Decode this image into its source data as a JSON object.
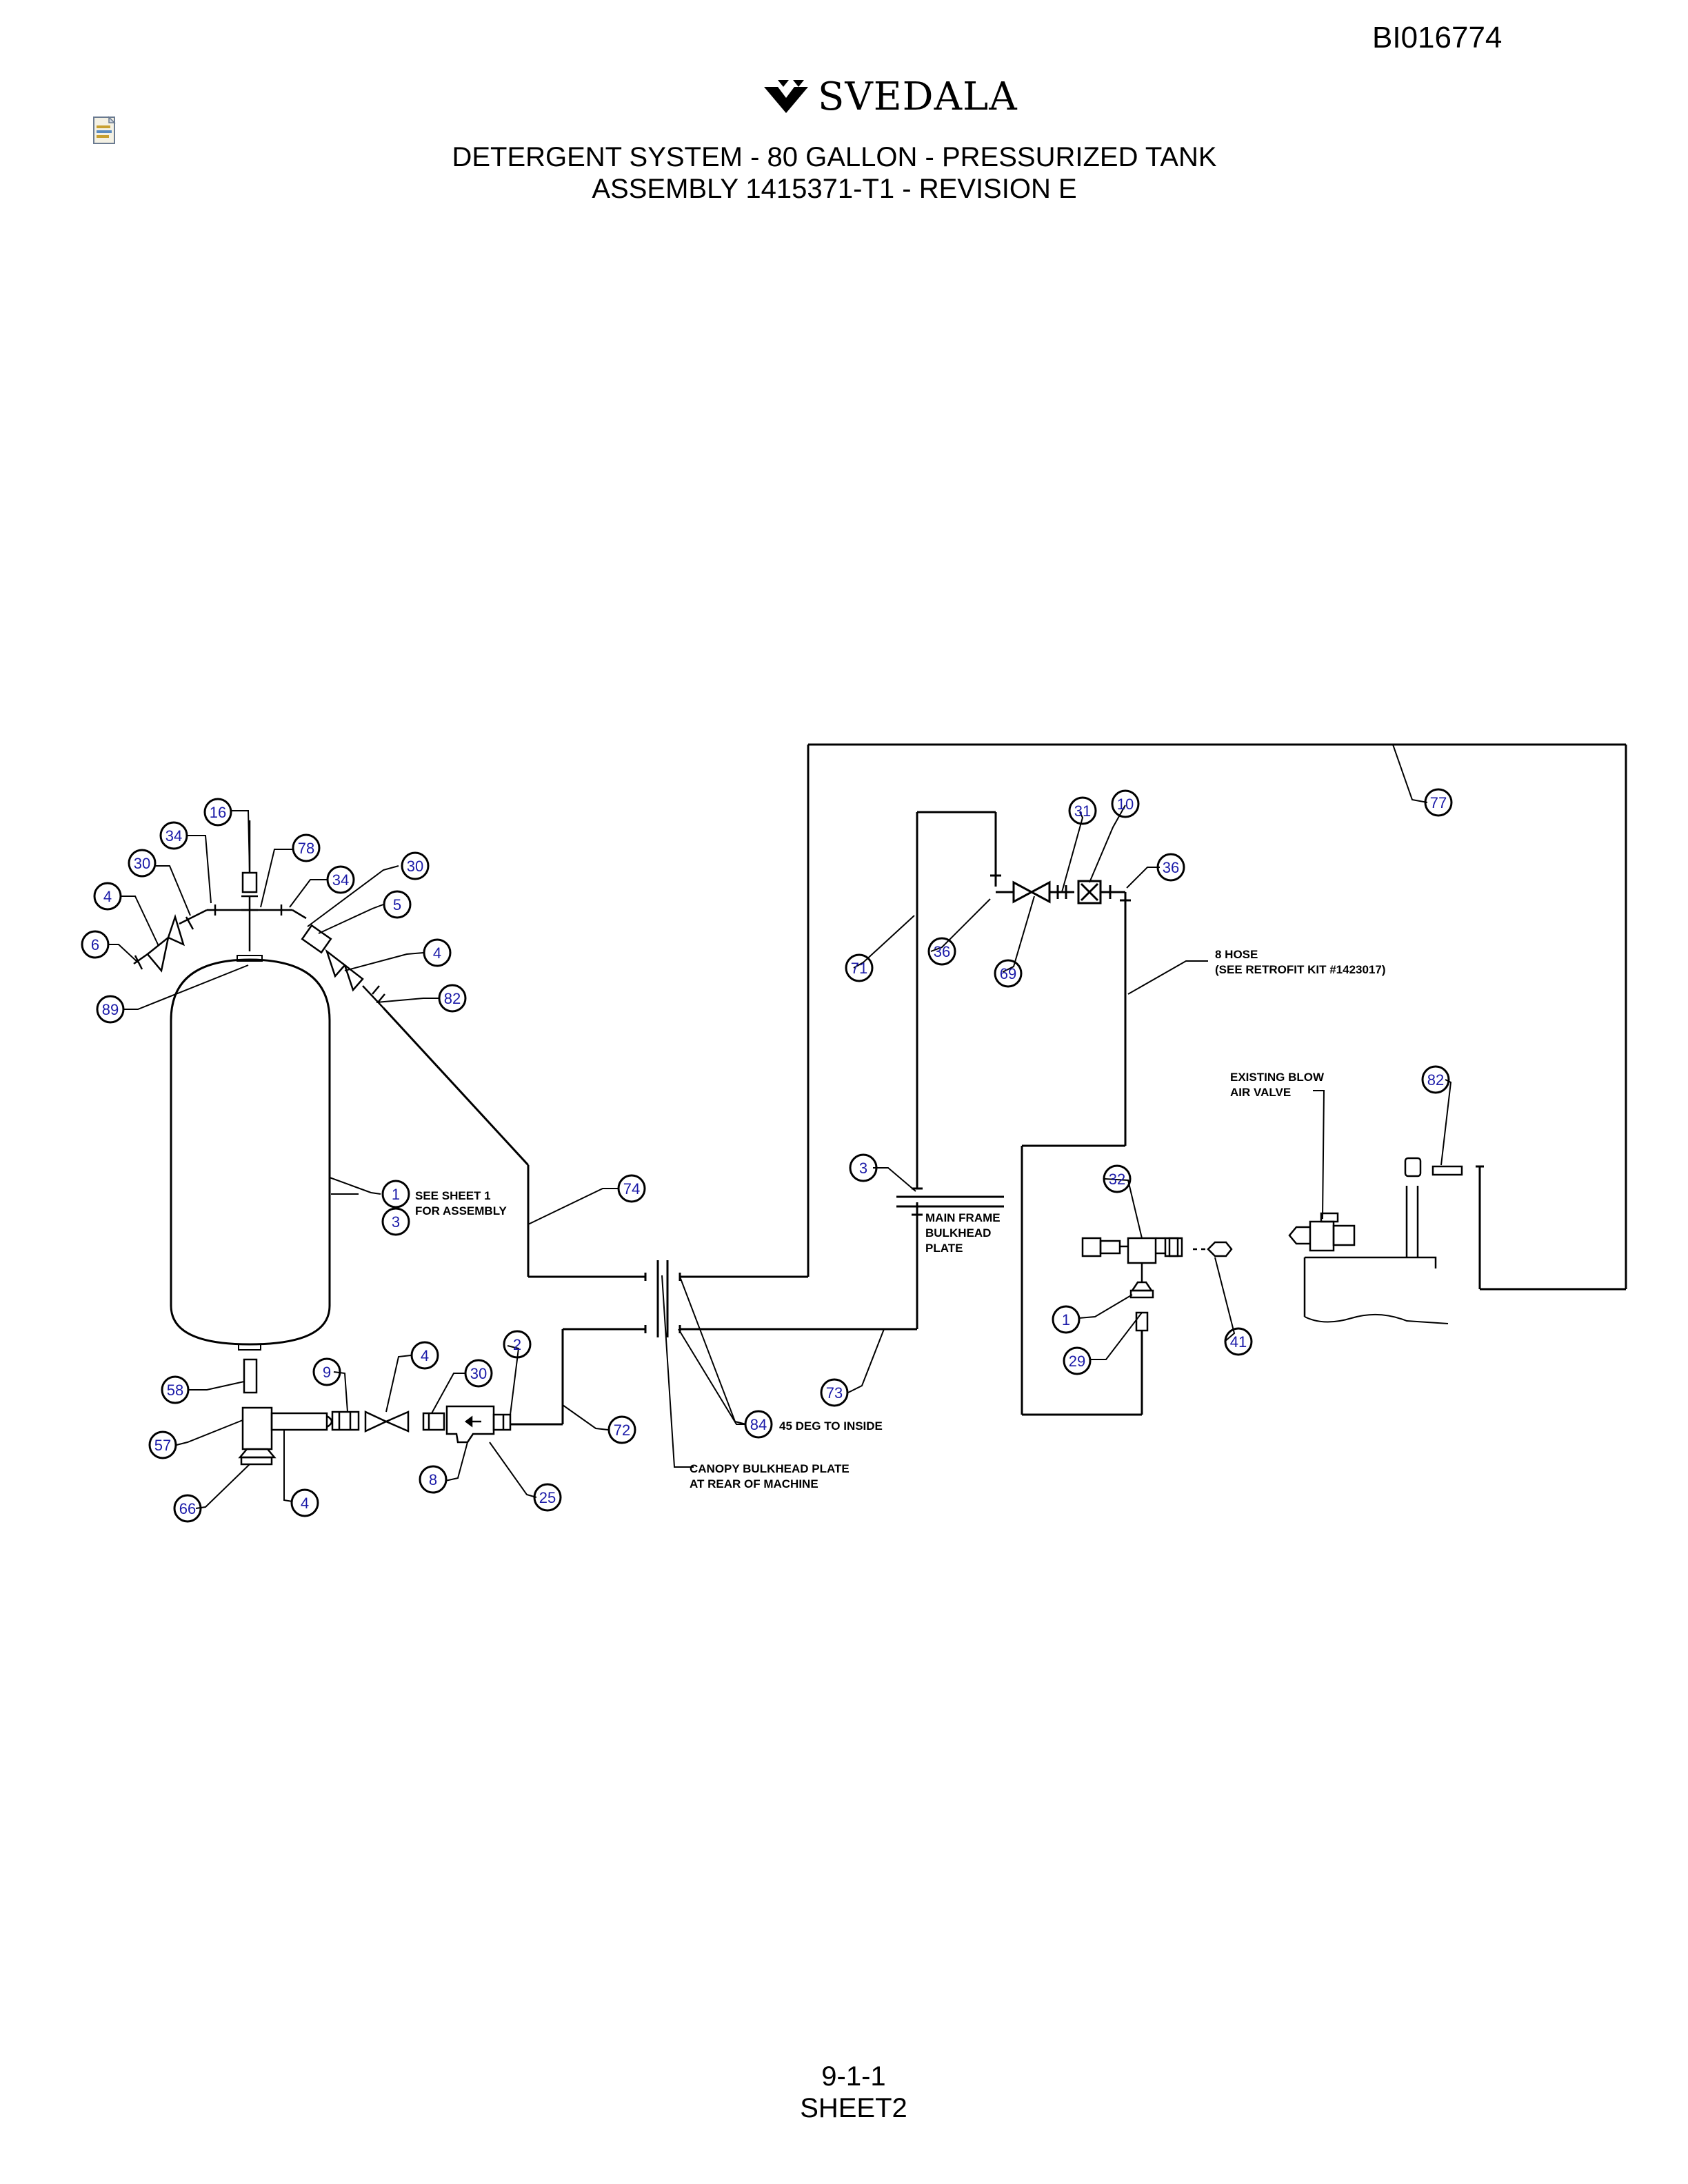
{
  "header": {
    "doc_number": "BI016774",
    "logo_text": "SVEDALA",
    "title_line1": "DETERGENT SYSTEM - 80 GALLON - PRESSURIZED TANK",
    "title_line2": "ASSEMBLY 1415371-T1 - REVISION E"
  },
  "icons": {
    "document": "document-icon",
    "logo_mark": "svedala-logo-icon"
  },
  "notes": {
    "see_sheet_1": "SEE SHEET 1",
    "for_assembly": "FOR ASSEMBLY",
    "hose_8": "8 HOSE",
    "retrofit": "(SEE RETROFIT KIT #1423017)",
    "existing_blow": "EXISTING BLOW",
    "air_valve": "AIR VALVE",
    "main_frame": "MAIN FRAME",
    "bulkhead": "BULKHEAD",
    "plate": "PLATE",
    "deg45": "45 DEG TO INSIDE",
    "canopy": "CANOPY BULKHEAD PLATE",
    "at_rear": "AT REAR OF MACHINE"
  },
  "callouts": [
    "16",
    "34",
    "78",
    "30",
    "34",
    "30",
    "4",
    "6",
    "5",
    "4",
    "89",
    "82",
    "74",
    "1",
    "3",
    "58",
    "9",
    "4",
    "30",
    "2",
    "57",
    "66",
    "4",
    "8",
    "25",
    "72",
    "84",
    "73",
    "71",
    "36",
    "69",
    "31",
    "10",
    "36",
    "77",
    "3",
    "32",
    "1",
    "29",
    "41",
    "82"
  ],
  "footer": {
    "page_number": "9-1-1",
    "sheet": "SHEET2"
  }
}
